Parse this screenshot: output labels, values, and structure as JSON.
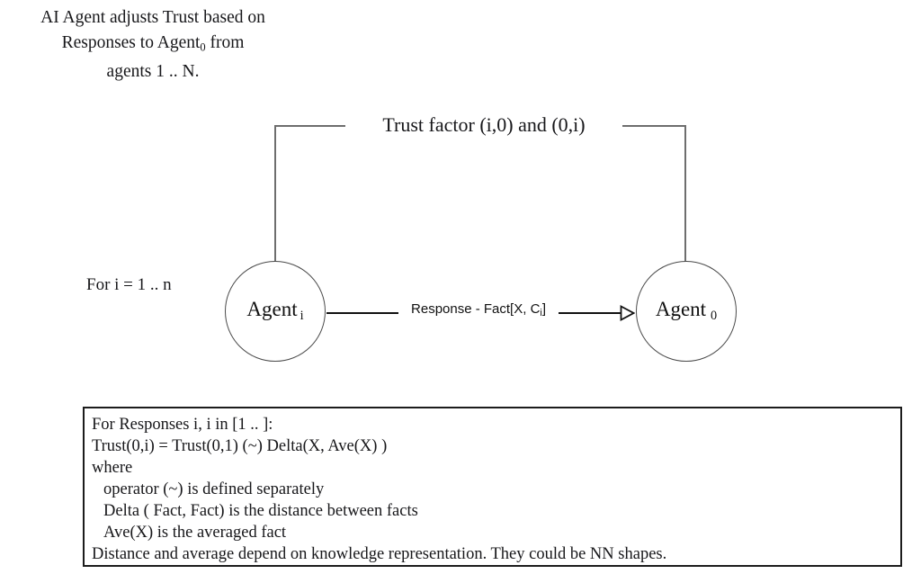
{
  "diagram": {
    "title": {
      "line1": "AI Agent adjusts Trust based on",
      "line2_pre": "Responses to Agent",
      "line2_sub": "0",
      "line2_post": " from",
      "line3": "agents 1 .. N."
    },
    "trust_label": "Trust factor (i,0) and (0,i)",
    "loop_label": "For i = 1 .. n",
    "nodes": [
      {
        "name": "agent-i",
        "label": "Agent",
        "subscript": "i"
      },
      {
        "name": "agent-0",
        "label": "Agent",
        "subscript": "0"
      }
    ],
    "response_edge": {
      "label_pre": "Response - Fact[X, C",
      "label_sub": "i",
      "label_post": "]",
      "arrowhead": "open-triangle-right"
    },
    "formula_box": {
      "lines": [
        {
          "text": "For Responses i, i in [1 .. ]:",
          "indent": false
        },
        {
          "text": "Trust(0,i) = Trust(0,1) (~) Delta(X, Ave(X) )",
          "indent": false
        },
        {
          "text": "where",
          "indent": false
        },
        {
          "text": "operator (~) is defined separately",
          "indent": true
        },
        {
          "text": "Delta ( Fact, Fact) is the distance between facts",
          "indent": true
        },
        {
          "text": "Ave(X) is the averaged fact",
          "indent": true
        },
        {
          "text": "Distance and average depend on knowledge representation. They could be NN shapes.",
          "indent": false
        }
      ]
    },
    "colors": {
      "background": "#ffffff",
      "text": "#17171a",
      "bracket_line": "#6e6e6e",
      "node_stroke": "#4a4a4a",
      "edge_line": "#111111",
      "box_border": "#1c1c1c"
    }
  }
}
